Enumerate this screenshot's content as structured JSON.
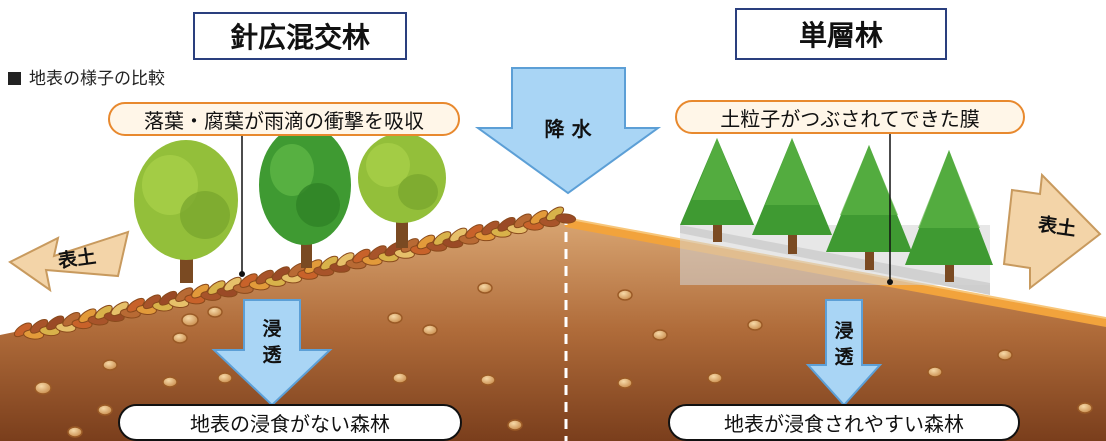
{
  "titles": {
    "left": "針広混交林",
    "right": "単層林"
  },
  "caption": "地表の様子の比較",
  "labels": {
    "leaf_litter": "落葉・腐葉が雨滴の衝撃を吸収",
    "crust": "土粒子がつぶされてできた膜",
    "precipitation": "降 水",
    "topsoil_left": "表土",
    "topsoil_right": "表土",
    "infiltration_left_1": "浸",
    "infiltration_left_2": "透",
    "infiltration_right_1": "浸",
    "infiltration_right_2": "透",
    "result_left": "地表の浸食がない森林",
    "result_right": "地表が浸食されやすい森林"
  },
  "colors": {
    "arrow_blue": "#a9d5f5",
    "arrow_blue_stroke": "#5c9fd6",
    "arrow_tan": "#f3d4a8",
    "arrow_tan_stroke": "#c89a5e",
    "soil_top": "#d8a470",
    "soil_bottom": "#8a4a22",
    "crust_orange": "#f2a33c",
    "tree_green": "#3f9a32",
    "tree_light": "#8cc63f",
    "title_border": "#2a3f7e",
    "pill_orange_border": "#e8892e"
  }
}
